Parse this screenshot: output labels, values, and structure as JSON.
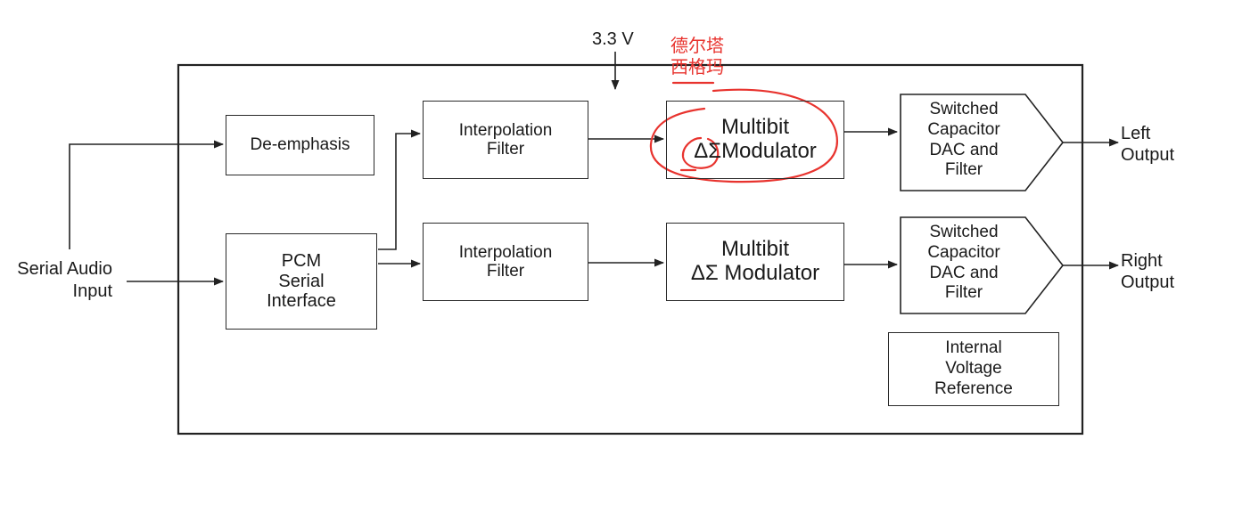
{
  "supply": {
    "label": "3.3 V"
  },
  "input": {
    "line1": "Serial Audio",
    "line2": "Input"
  },
  "blocks": {
    "deemphasis": {
      "label": "De-emphasis"
    },
    "pcm": {
      "line1": "PCM",
      "line2": "Serial",
      "line3": "Interface"
    },
    "interp_top": {
      "line1": "Interpolation",
      "line2": "Filter"
    },
    "interp_bottom": {
      "line1": "Interpolation",
      "line2": "Filter"
    },
    "mod_top": {
      "line1": "Multibit",
      "symbol": "ΔΣ",
      "line2": "Modulator"
    },
    "mod_bottom": {
      "line1": "Multibit",
      "symbol": "ΔΣ",
      "line2": "Modulator"
    },
    "dac_top": {
      "line1": "Switched",
      "line2": "Capacitor",
      "line3": "DAC and",
      "line4": "Filter"
    },
    "dac_bottom": {
      "line1": "Switched",
      "line2": "Capacitor",
      "line3": "DAC and",
      "line4": "Filter"
    },
    "vref": {
      "line1": "Internal",
      "line2": "Voltage",
      "line3": "Reference"
    }
  },
  "outputs": {
    "left": {
      "line1": "Left",
      "line2": "Output"
    },
    "right": {
      "line1": "Right",
      "line2": "Output"
    }
  },
  "annotation": {
    "line1": "德尔塔",
    "line2": "西格玛",
    "color": "#e8332e"
  }
}
